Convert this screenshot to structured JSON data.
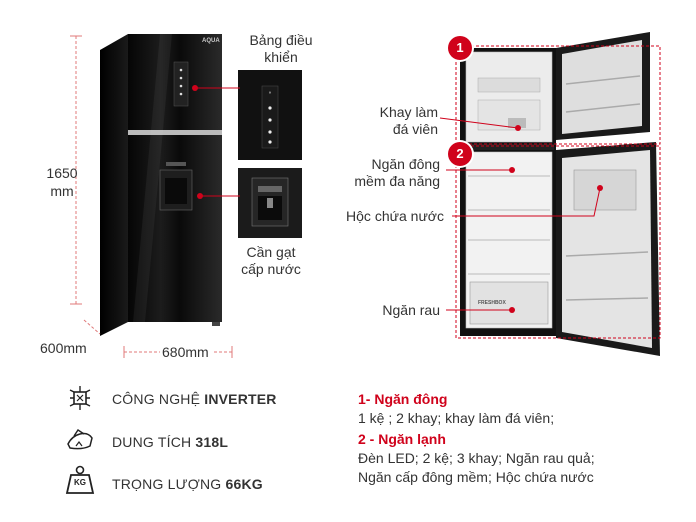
{
  "labels": {
    "control_panel": [
      "Bảng điều",
      "khiển"
    ],
    "water_lever": [
      "Cần gạt",
      "cấp nước"
    ],
    "ice_tray": [
      "Khay làm",
      "đá viên"
    ],
    "soft_freezer": [
      "Ngăn đông",
      "mềm đa năng"
    ],
    "water_box": "Hộc chứa nước",
    "veg_drawer": "Ngăn rau"
  },
  "dimensions": {
    "height": [
      "1650",
      "mm"
    ],
    "depth": "600mm",
    "width": "680mm"
  },
  "badges": [
    "1",
    "2"
  ],
  "features": [
    {
      "icon": "inverter-chip-icon",
      "prefix": "CÔNG NGHỆ ",
      "value": "INVERTER"
    },
    {
      "icon": "capacity-icon",
      "prefix": "DUNG TÍCH ",
      "value": "318L"
    },
    {
      "icon": "weight-kg-icon",
      "prefix": "TRỌNG LƯỢNG ",
      "value": "66KG"
    }
  ],
  "weight_icon_text": "KG",
  "brand_logo": "AQUA",
  "drawer_text": "FRESHBOX",
  "compartments": [
    {
      "title": "1- Ngăn đông",
      "lines": [
        "1 kệ ; 2 khay; khay làm đá viên;"
      ]
    },
    {
      "title": "2 - Ngăn lạnh",
      "lines": [
        "Đèn LED; 2 kệ; 3 khay; Ngăn rau quả;",
        "Ngăn cấp đông mềm; Hộc chứa nước"
      ]
    }
  ],
  "colors": {
    "accent_red": "#d0021b",
    "fridge_body": "#0d0d0d",
    "dim_line": "#e07a7a"
  }
}
